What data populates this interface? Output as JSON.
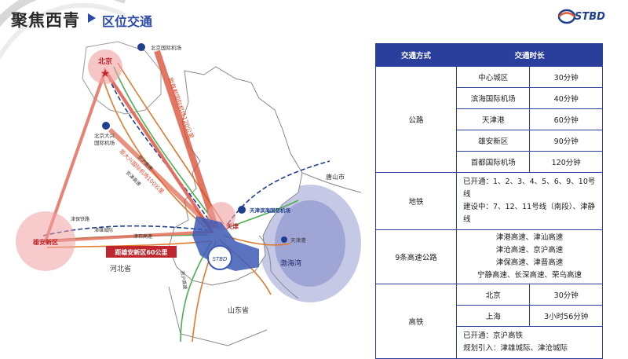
{
  "header": {
    "title": "聚焦西青",
    "subtitle": "区位交通",
    "logo_text": "STBD"
  },
  "map": {
    "labels": {
      "beijing": "北京",
      "beijing_airport": "北京国际机场",
      "daxing_airport": "北京大兴\n国际机场",
      "xiongan": "雄安新区",
      "tianjin": "天津",
      "tianjin_airport": "天津滨海国际机场",
      "tianjin_port": "天津港",
      "tangshan": "唐山市",
      "hebei": "河北省",
      "shandong": "山东省",
      "bohai": "渤海湾",
      "stbd_badge": "STBD",
      "dist_capital": "距首都国际机场120公里",
      "dist_daxing": "距大兴国际机场100公里",
      "dist_xiongan": "距雄安新区60公里",
      "rail_jinghu": "京沪高铁",
      "rail_jinbao": "津保铁路",
      "rail_jinxiong": "津雄城际",
      "road_jingjin": "京津高速",
      "road_jinghu": "京沪高速",
      "road_jinshi": "津石高速",
      "road_jingjinji": "京津冀高速",
      "road_jinjin": "京津高速"
    }
  },
  "table": {
    "headers": [
      "交通方式",
      "交通时长"
    ],
    "road": {
      "category": "公路",
      "rows": [
        {
          "dest": "中心城区",
          "time": "30分钟"
        },
        {
          "dest": "滨海国际机场",
          "time": "40分钟"
        },
        {
          "dest": "天津港",
          "time": "60分钟"
        },
        {
          "dest": "雄安新区",
          "time": "90分钟"
        },
        {
          "dest": "首都国际机场",
          "time": "120分钟"
        }
      ]
    },
    "metro": {
      "category": "地铁",
      "line1": "已开通：1、2、3、4、5、6、9、10号线",
      "line2": "建设中：7、12、11号线（南段）、津静线"
    },
    "expressway": {
      "category": "9条高速公路",
      "lines": [
        "津港高速、津汕高速",
        "津沧高速、京沪高速",
        "津保高速、津晋高速",
        "宁静高速、长深高速、荣乌高速"
      ]
    },
    "hsr": {
      "category": "高铁",
      "rows": [
        {
          "dest": "北京",
          "time": "30分钟"
        },
        {
          "dest": "上海",
          "time": "3小时56分钟"
        }
      ],
      "line1": "已开通：京沪高铁",
      "line2": "规划引入：津雄城际、津沧城际"
    }
  }
}
